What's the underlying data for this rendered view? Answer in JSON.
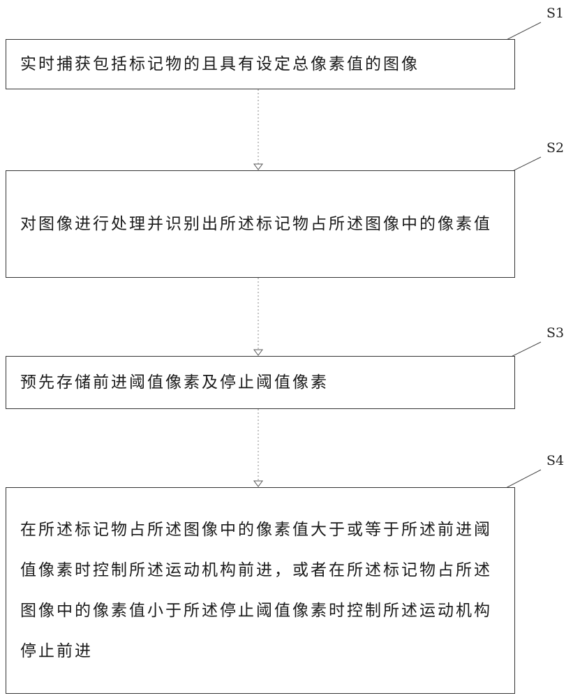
{
  "steps": [
    {
      "label": "S1",
      "text": "实时捕获包括标记物的且具有设定总像素值的图像"
    },
    {
      "label": "S2",
      "text": "对图像进行处理并识别出所述标记物占所述图像中的像素值"
    },
    {
      "label": "S3",
      "text": "预先存储前进阈值像素及停止阈值像素"
    },
    {
      "label": "S4",
      "text": "在所述标记物占所述图像中的像素值大于或等于所述前进阈值像素时控制所述运动机构前进，或者在所述标记物占所述图像中的像素值小于所述停止阈值像素时控制所述运动机构停止前进"
    }
  ]
}
